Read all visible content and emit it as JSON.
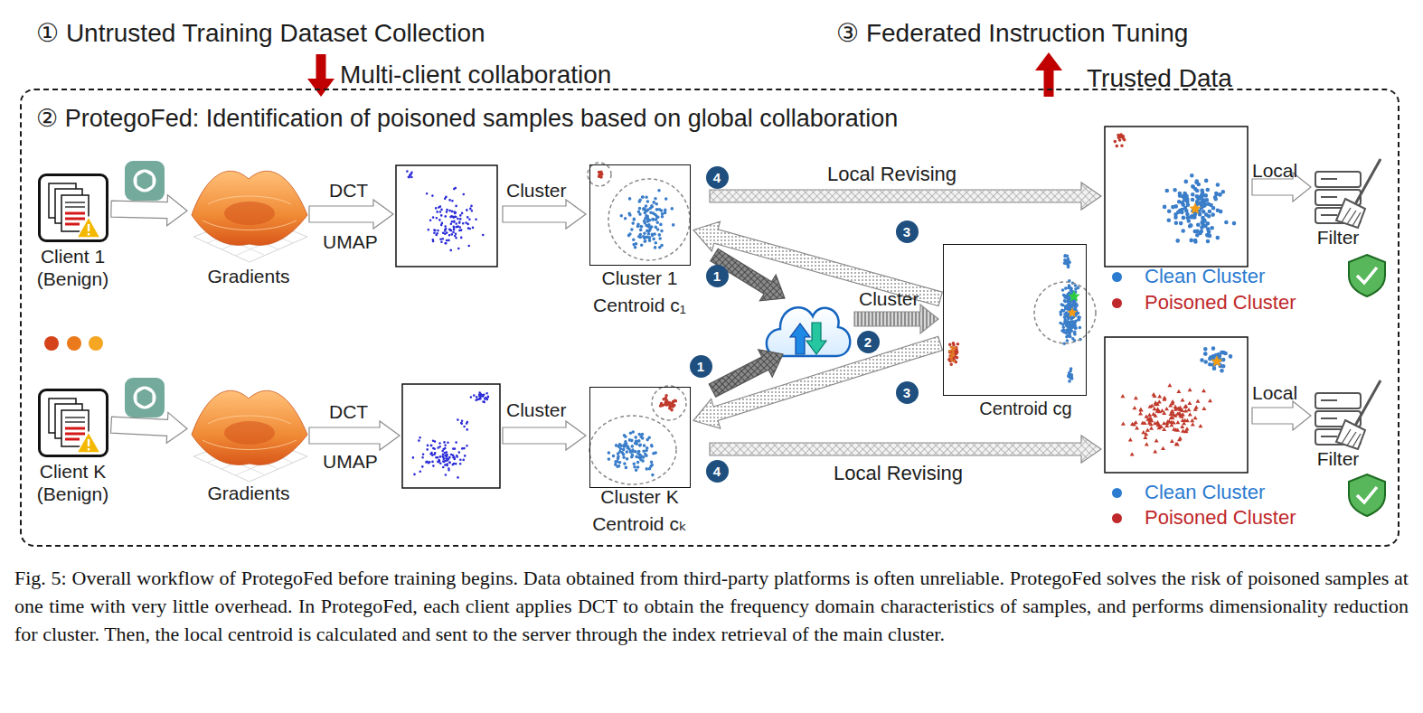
{
  "diagram": {
    "caption": "Fig. 5: Overall workflow of ProtegoFed before training begins. Data obtained from third-party platforms is often unreliable. ProtegoFed solves the risk of poisoned samples at one time with very little overhead. In ProtegoFed, each client applies DCT to obtain the frequency domain characteristics of samples, and performs dimensionality reduction for cluster. Then, the local centroid is calculated and sent to the server through the index retrieval of the main cluster.",
    "nodes": [
      {
        "text": [
          "② ProtegoFed: Identification of poisoned samples based on global collaboration"
        ]
      },
      {
        "text": [
          "Client 1 (Benign)"
        ],
        "in": 0
      },
      {
        "text": [
          "Gradients"
        ],
        "in": 0
      },
      {
        "text": [
          "Cluster 1",
          "Centroid c₁"
        ],
        "in": 0
      },
      {
        "text": [
          "Centroid cg"
        ],
        "in": 0
      },
      {
        "text": [
          "Filter"
        ],
        "in": 0
      },
      {
        "text": [
          "Client K (Benign)"
        ],
        "in": 0
      },
      {
        "text": [
          "Gradients"
        ],
        "in": 0
      },
      {
        "text": [
          "Cluster K",
          "Centroid cₖ"
        ],
        "in": 0
      },
      {
        "text": [
          "Filter"
        ],
        "in": 0
      }
    ],
    "edges": [
      {
        "from": 1,
        "to": 2,
        "arrow": "to"
      },
      {
        "from": 4,
        "to": 3,
        "arrow": "to"
      },
      {
        "from": 4,
        "to": 8,
        "arrow": "to"
      },
      {
        "from": 6,
        "to": 7,
        "arrow": "to"
      }
    ],
    "labels": [
      "① Untrusted Training Dataset Collection",
      "Multi-client collaboration",
      "③ Federated Instruction Tuning",
      "Trusted Data",
      "DCT",
      "UMAP",
      "Cluster",
      "Local Revising",
      "4",
      "1",
      "3",
      "Cluster",
      "2",
      "1",
      "3",
      "DCT",
      "UMAP",
      "Cluster",
      "4",
      "Local Revising",
      "Local",
      "Local"
    ],
    "legend": [
      {
        "text": "Clean Cluster",
        "color": "#2b7bd0"
      },
      {
        "text": "Poisoned Cluster",
        "color": "#c0282b"
      },
      {
        "text": "Clean Cluster",
        "color": "#2b7bd0"
      },
      {
        "text": "Poisoned Cluster",
        "color": "#c0282b"
      }
    ]
  }
}
